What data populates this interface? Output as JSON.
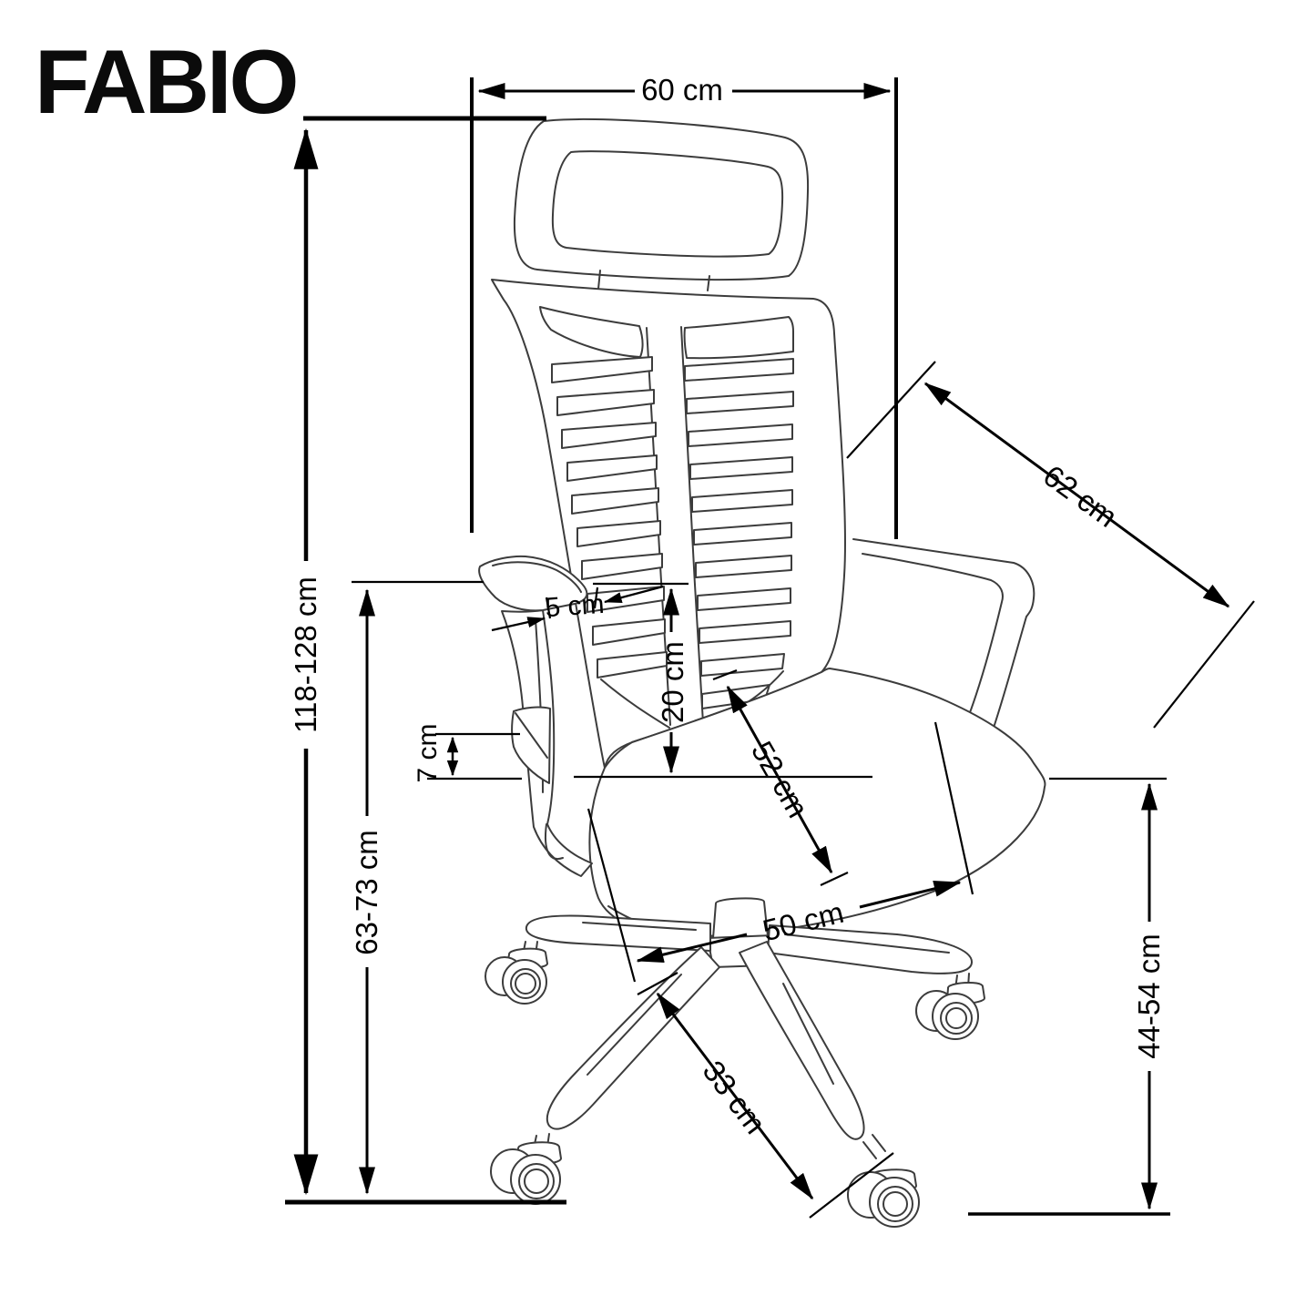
{
  "title": "FABIO",
  "product_type": "office chair technical drawing",
  "unit": "cm",
  "labels": {
    "headrest_width": "60 cm",
    "backrest_width": "62 cm",
    "total_height": "118-128 cm",
    "armrest_height": "63-73 cm",
    "armrest_top_width": "5 cm",
    "lumbar_height": "20 cm",
    "armrest_pad_height": "7 cm",
    "seat_depth": "52 cm",
    "seat_width": "50 cm",
    "base_leg_length": "33 cm",
    "seat_height": "44-54 cm"
  },
  "colors": {
    "background": "#ffffff",
    "dimension_lines": "#000000",
    "chair_outline": "#3c3c3c",
    "title_text": "#0b0b0b"
  }
}
